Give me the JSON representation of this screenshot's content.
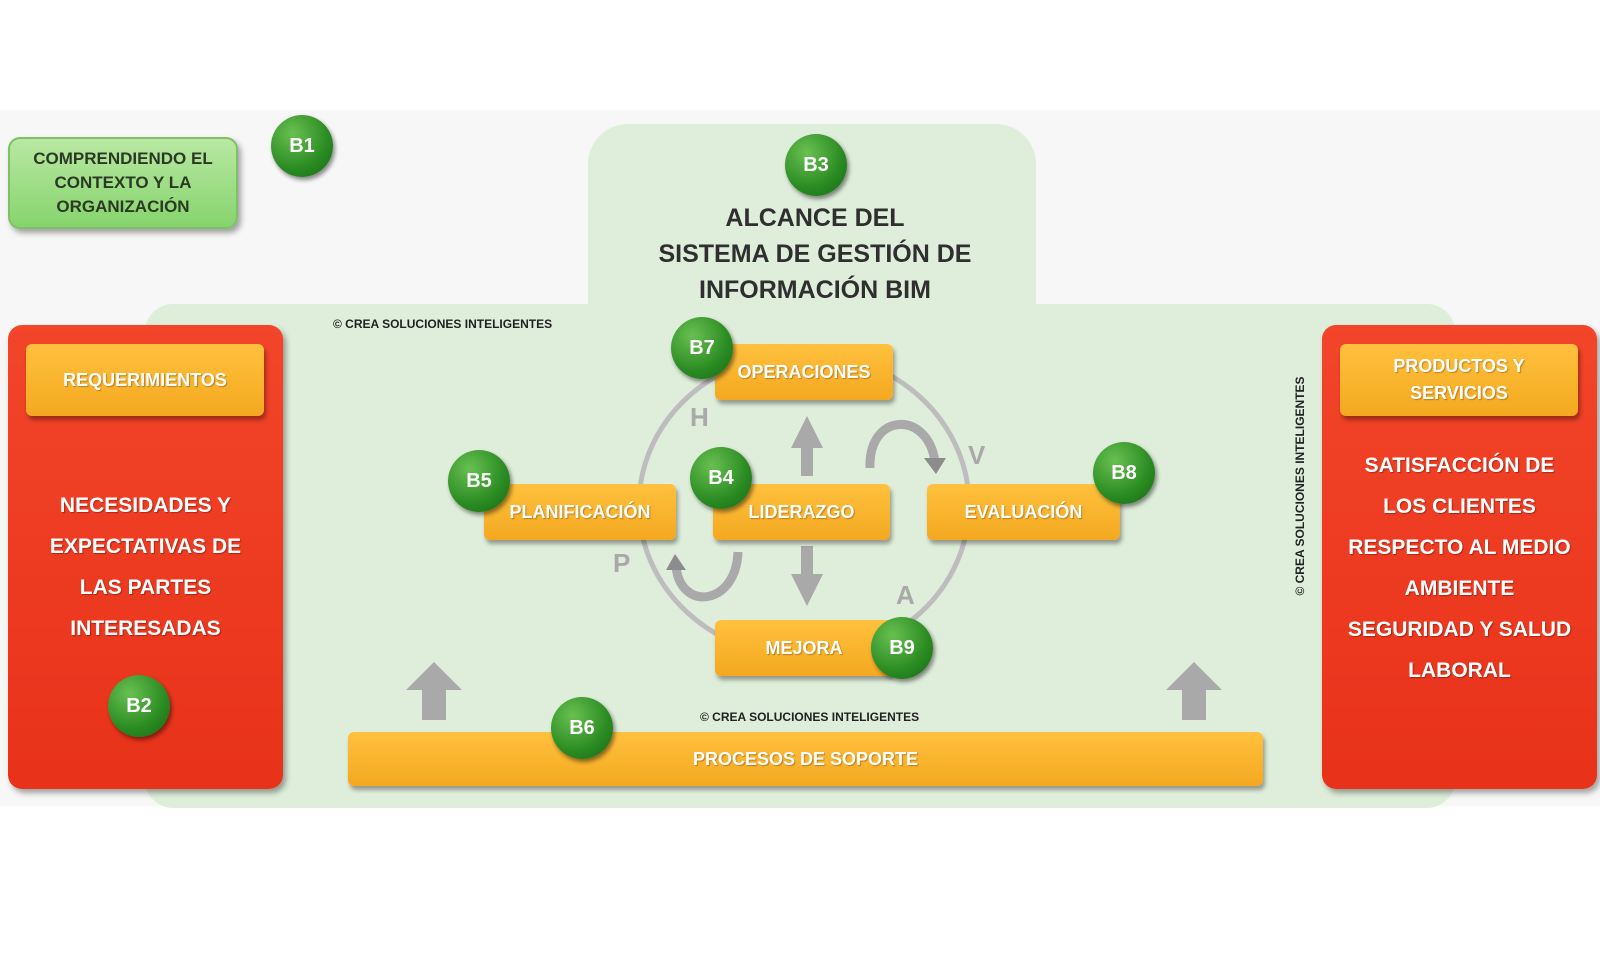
{
  "context": {
    "label": "COMPRENDIENDO EL CONTEXTO Y LA ORGANIZACIÓN",
    "badge": "B1"
  },
  "scope": {
    "badge": "B3",
    "title_lines": [
      "ALCANCE DEL",
      "SISTEMA DE GESTIÓN DE",
      "INFORMACIÓN BIM"
    ]
  },
  "left_panel": {
    "header": "REQUERIMIENTOS",
    "lines": [
      "NECESIDADES Y",
      "EXPECTATIVAS DE",
      "LAS PARTES",
      "INTERESADAS"
    ],
    "badge": "B2"
  },
  "right_panel": {
    "header_lines": [
      "PRODUCTOS Y",
      "SERVICIOS"
    ],
    "lines": [
      "SATISFACCIÓN DE",
      "LOS CLIENTES",
      "RESPECTO AL MEDIO",
      "AMBIENTE",
      "SEGURIDAD Y SALUD",
      "LABORAL"
    ]
  },
  "cycle": {
    "operaciones": {
      "label": "OPERACIONES",
      "badge": "B7"
    },
    "planificacion": {
      "label": "PLANIFICACIÓN",
      "badge": "B5"
    },
    "liderazgo": {
      "label": "LIDERAZGO",
      "badge": "B4"
    },
    "evaluacion": {
      "label": "EVALUACIÓN",
      "badge": "B8"
    },
    "mejora": {
      "label": "MEJORA",
      "badge": "B9"
    },
    "letters": {
      "h": "H",
      "v": "V",
      "p": "P",
      "a": "A"
    }
  },
  "support": {
    "label": "PROCESOS DE SOPORTE",
    "badge": "B6"
  },
  "credits": {
    "top": "© CREA SOLUCIONES INTELIGENTES",
    "bottom": "© CREA SOLUCIONES INTELIGENTES",
    "vertical": "© CREA SOLUCIONES INTELIGENTES"
  },
  "colors": {
    "green_area": "#dfeedb",
    "red_panel": "#e8321a",
    "orange_bar": "#f8b12a",
    "badge_green": "#2a8b22",
    "arrow_gray": "#a9a9a9"
  }
}
